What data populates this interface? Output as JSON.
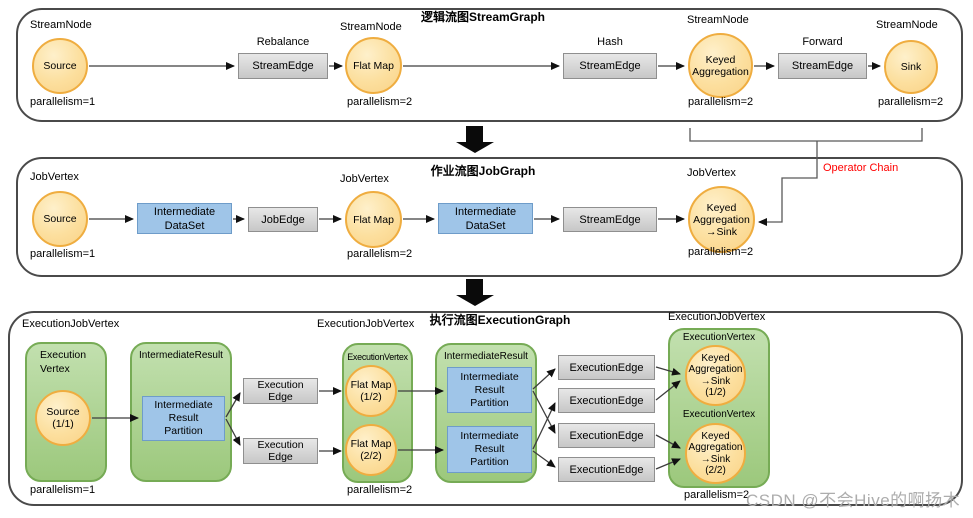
{
  "watermark": "CSDN @不会Hive的啊扬木",
  "sections": {
    "s1": {
      "title": "逻辑流图StreamGraph",
      "node_type": "StreamNode",
      "nodes": {
        "source": {
          "label": "Source",
          "parallelism": "parallelism=1"
        },
        "flatmap": {
          "label": "Flat Map",
          "parallelism": "parallelism=2"
        },
        "keyedagg": {
          "label": "Keyed\nAggregation",
          "parallelism": "parallelism=2"
        },
        "sink": {
          "label": "Sink",
          "parallelism": "parallelism=2"
        }
      },
      "edges": {
        "e1": {
          "partition": "Rebalance",
          "label": "StreamEdge"
        },
        "e2": {
          "partition": "Hash",
          "label": "StreamEdge"
        },
        "e3": {
          "partition": "Forward",
          "label": "StreamEdge"
        }
      }
    },
    "s2": {
      "title": "作业流图JobGraph",
      "node_type": "JobVertex",
      "operator_chain": "Operator Chain",
      "nodes": {
        "source": {
          "label": "Source",
          "parallelism": "parallelism=1"
        },
        "flatmap": {
          "label": "Flat Map",
          "parallelism": "parallelism=2"
        },
        "keyedagg": {
          "label": "Keyed\nAggregation\n→Sink",
          "parallelism": "parallelism=2"
        }
      },
      "boxes": {
        "dataset1": "Intermediate\nDataSet",
        "jobedge": "JobEdge",
        "dataset2": "Intermediate\nDataSet",
        "streamedge": "StreamEdge"
      }
    },
    "s3": {
      "title": "执行流图ExecutionGraph",
      "ejv_label": "ExecutionJobVertex",
      "groups": {
        "ev1_label": "Execution\nVertex",
        "ir1_label": "IntermediateResult",
        "ev2_label": "ExecutionVertex",
        "ir2_label": "IntermediateResult",
        "ev3_label": "ExecutionVertex",
        "ev4_label": "ExecutionVertex"
      },
      "nodes": {
        "source": {
          "label": "Source\n(1/1)",
          "parallelism": "parallelism=1"
        },
        "flatmap1": {
          "label": "Flat Map\n(1/2)"
        },
        "flatmap2": {
          "label": "Flat Map\n(2/2)"
        },
        "keyedagg1": {
          "label": "Keyed\nAggregation\n→Sink\n(1/2)"
        },
        "keyedagg2": {
          "label": "Keyed\nAggregation\n→Sink\n(2/2)"
        },
        "parallelism_mid": "parallelism=2",
        "parallelism_right": "parallelism=2"
      },
      "boxes": {
        "irp1": "Intermediate\nResult\nPartition",
        "irp2": "Intermediate\nResult\nPartition",
        "irp3": "Intermediate\nResult\nPartition",
        "exedge_a": "Execution\nEdge",
        "exedge_b": "Execution\nEdge",
        "exedge1": "ExecutionEdge",
        "exedge2": "ExecutionEdge",
        "exedge3": "ExecutionEdge",
        "exedge4": "ExecutionEdge"
      }
    }
  },
  "colors": {
    "node_fill": "#FCDF9E",
    "node_border": "#EFAD40",
    "gray_fill": "#D9D9D9",
    "blue_fill": "#9FC5E8",
    "green_fill": "#A9D18E",
    "green_border": "#76AB55",
    "operator_chain_red": "#FF0000",
    "connector": "#3D3D3D"
  }
}
